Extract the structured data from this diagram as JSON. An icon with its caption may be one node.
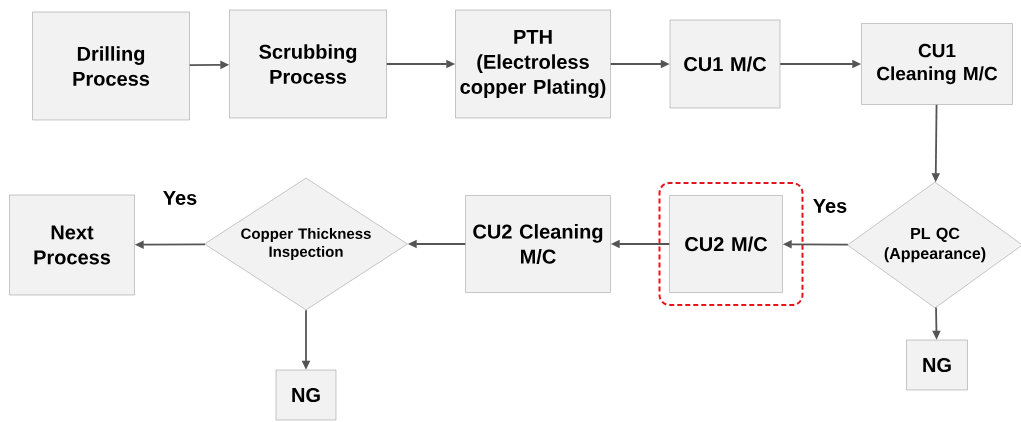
{
  "diagram": {
    "nodes": [
      {
        "text": [
          "Drilling Process"
        ]
      },
      {
        "text": [
          "Scrubbing Process"
        ]
      },
      {
        "text": [
          "PTH (Electroless copper Plating)"
        ]
      },
      {
        "text": [
          "CU1 M/C"
        ]
      },
      {
        "text": [
          "CU1 Cleaning M/C"
        ]
      },
      {
        "text": [
          "PL QC (Appearance)"
        ]
      },
      {
        "text": [
          "NG"
        ]
      },
      {
        "text": [],
        "shape": "box"
      },
      {
        "text": [
          "CU2 M/C"
        ],
        "in": 7
      },
      {
        "text": [
          "CU2 Cleaning M/C"
        ]
      },
      {
        "text": [
          "Copper Thickness Inspection"
        ]
      },
      {
        "text": [
          "Next Process"
        ]
      },
      {
        "text": [
          "NG"
        ]
      }
    ],
    "edges": [
      {
        "from": 0,
        "to": 1,
        "arrow": "to"
      },
      {
        "from": 1,
        "to": 2,
        "arrow": "to"
      },
      {
        "from": 2,
        "to": 3,
        "arrow": "to"
      },
      {
        "from": 3,
        "to": 4,
        "arrow": "to"
      },
      {
        "from": 4,
        "to": 5,
        "arrow": "to"
      },
      {
        "from": 5,
        "to": 6,
        "arrow": "to"
      },
      {
        "from": 5,
        "to": 8,
        "arrow": "to",
        "label": "Yes"
      },
      {
        "from": 8,
        "to": 9,
        "arrow": "to"
      },
      {
        "from": 9,
        "to": 10,
        "arrow": "to"
      },
      {
        "from": 10,
        "to": 11,
        "arrow": "to",
        "label": "Yes"
      },
      {
        "from": 10,
        "to": 12,
        "arrow": "to"
      }
    ]
  }
}
